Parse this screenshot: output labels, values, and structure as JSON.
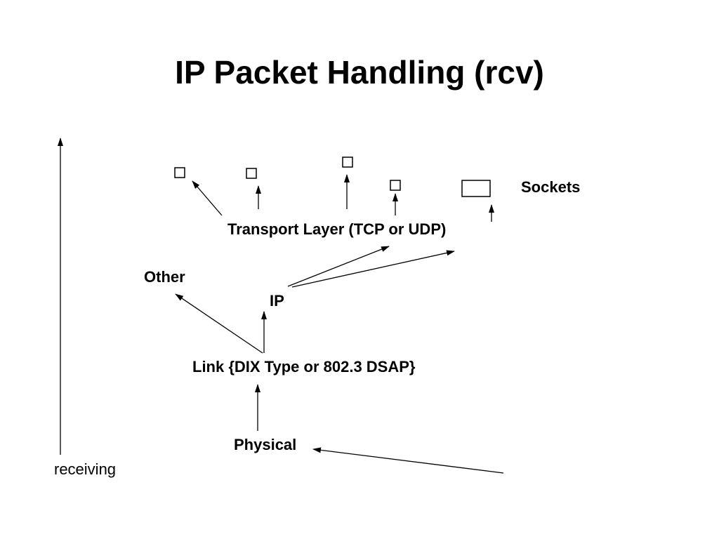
{
  "slide": {
    "title": "IP Packet Handling (rcv)"
  },
  "diagram": {
    "labels": {
      "sockets": "Sockets",
      "transport": "Transport Layer (TCP or UDP)",
      "other": "Other",
      "ip": "IP",
      "link": "Link {DIX Type or 802.3 DSAP}",
      "physical": "Physical",
      "receiving": "receiving"
    }
  }
}
